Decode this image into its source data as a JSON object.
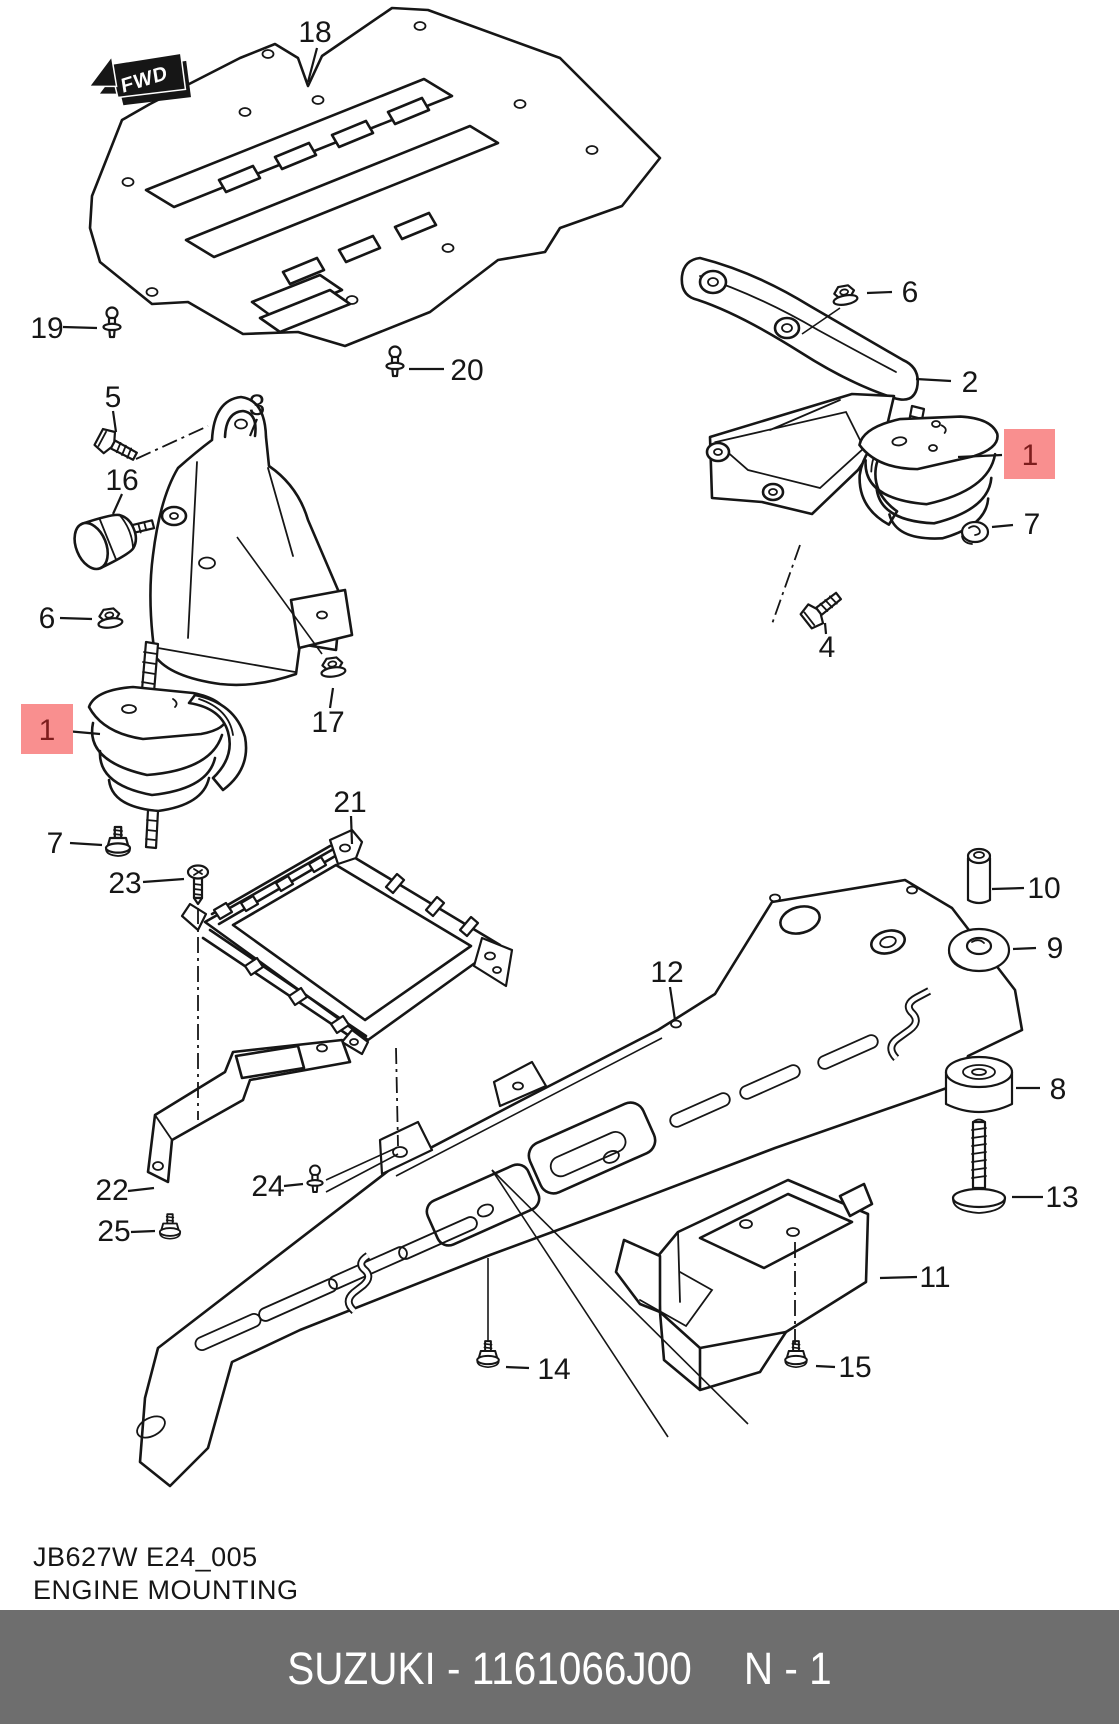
{
  "doc": {
    "fwd_label": "FWD",
    "drawing_code": "JB627W E24_005",
    "drawing_title": "ENGINE MOUNTING",
    "footer": {
      "brand": "SUZUKI",
      "separator": "-",
      "part_number": "1161066J00",
      "page_ref": "N - 1",
      "left": "SUZUKI - 1161066J00",
      "right": "N - 1"
    },
    "highlighted_part_number": "1",
    "colors": {
      "highlight_fill": "#f98f8f",
      "highlight_text": "#7d1d1d",
      "line_color": "#161616",
      "footer_bar_bg": "#6e6e6e",
      "footer_bar_text": "#ffffff",
      "background": "#ffffff"
    },
    "labels": [
      {
        "text": "18",
        "part": "engine-under-cover"
      },
      {
        "text": "19",
        "part": "cover-screw-front"
      },
      {
        "text": "20",
        "part": "cover-clip-rear"
      },
      {
        "text": "5",
        "part": "bracket-bolt"
      },
      {
        "text": "3",
        "part": "mounting-bracket-left"
      },
      {
        "text": "16",
        "part": "damper"
      },
      {
        "text": "6",
        "part": "mounting-nut-left"
      },
      {
        "text": "17",
        "part": "bracket-nut"
      },
      {
        "text": "1",
        "part": "engine-mounting-left",
        "highlighted": true
      },
      {
        "text": "7",
        "part": "mounting-bolt-left"
      },
      {
        "text": "23",
        "part": "frame-screw"
      },
      {
        "text": "21",
        "part": "frame"
      },
      {
        "text": "22",
        "part": "side-bracket"
      },
      {
        "text": "25",
        "part": "side-bracket-bolt"
      },
      {
        "text": "24",
        "part": "frame-clip"
      },
      {
        "text": "12",
        "part": "crossmember"
      },
      {
        "text": "14",
        "part": "crossmember-bolt-left"
      },
      {
        "text": "6",
        "part": "mounting-nut-right"
      },
      {
        "text": "2",
        "part": "mounting-bracket-right"
      },
      {
        "text": "1",
        "part": "engine-mounting-right",
        "highlighted": true
      },
      {
        "text": "7",
        "part": "mounting-grommet-right"
      },
      {
        "text": "4",
        "part": "bracket-bolt-right"
      },
      {
        "text": "10",
        "part": "spacer-sleeve"
      },
      {
        "text": "9",
        "part": "cushion-upper"
      },
      {
        "text": "8",
        "part": "cushion-lower"
      },
      {
        "text": "13",
        "part": "rear-mounting-bolt"
      },
      {
        "text": "11",
        "part": "rear-mounting-bracket"
      },
      {
        "text": "15",
        "part": "rear-bracket-bolt"
      }
    ]
  }
}
